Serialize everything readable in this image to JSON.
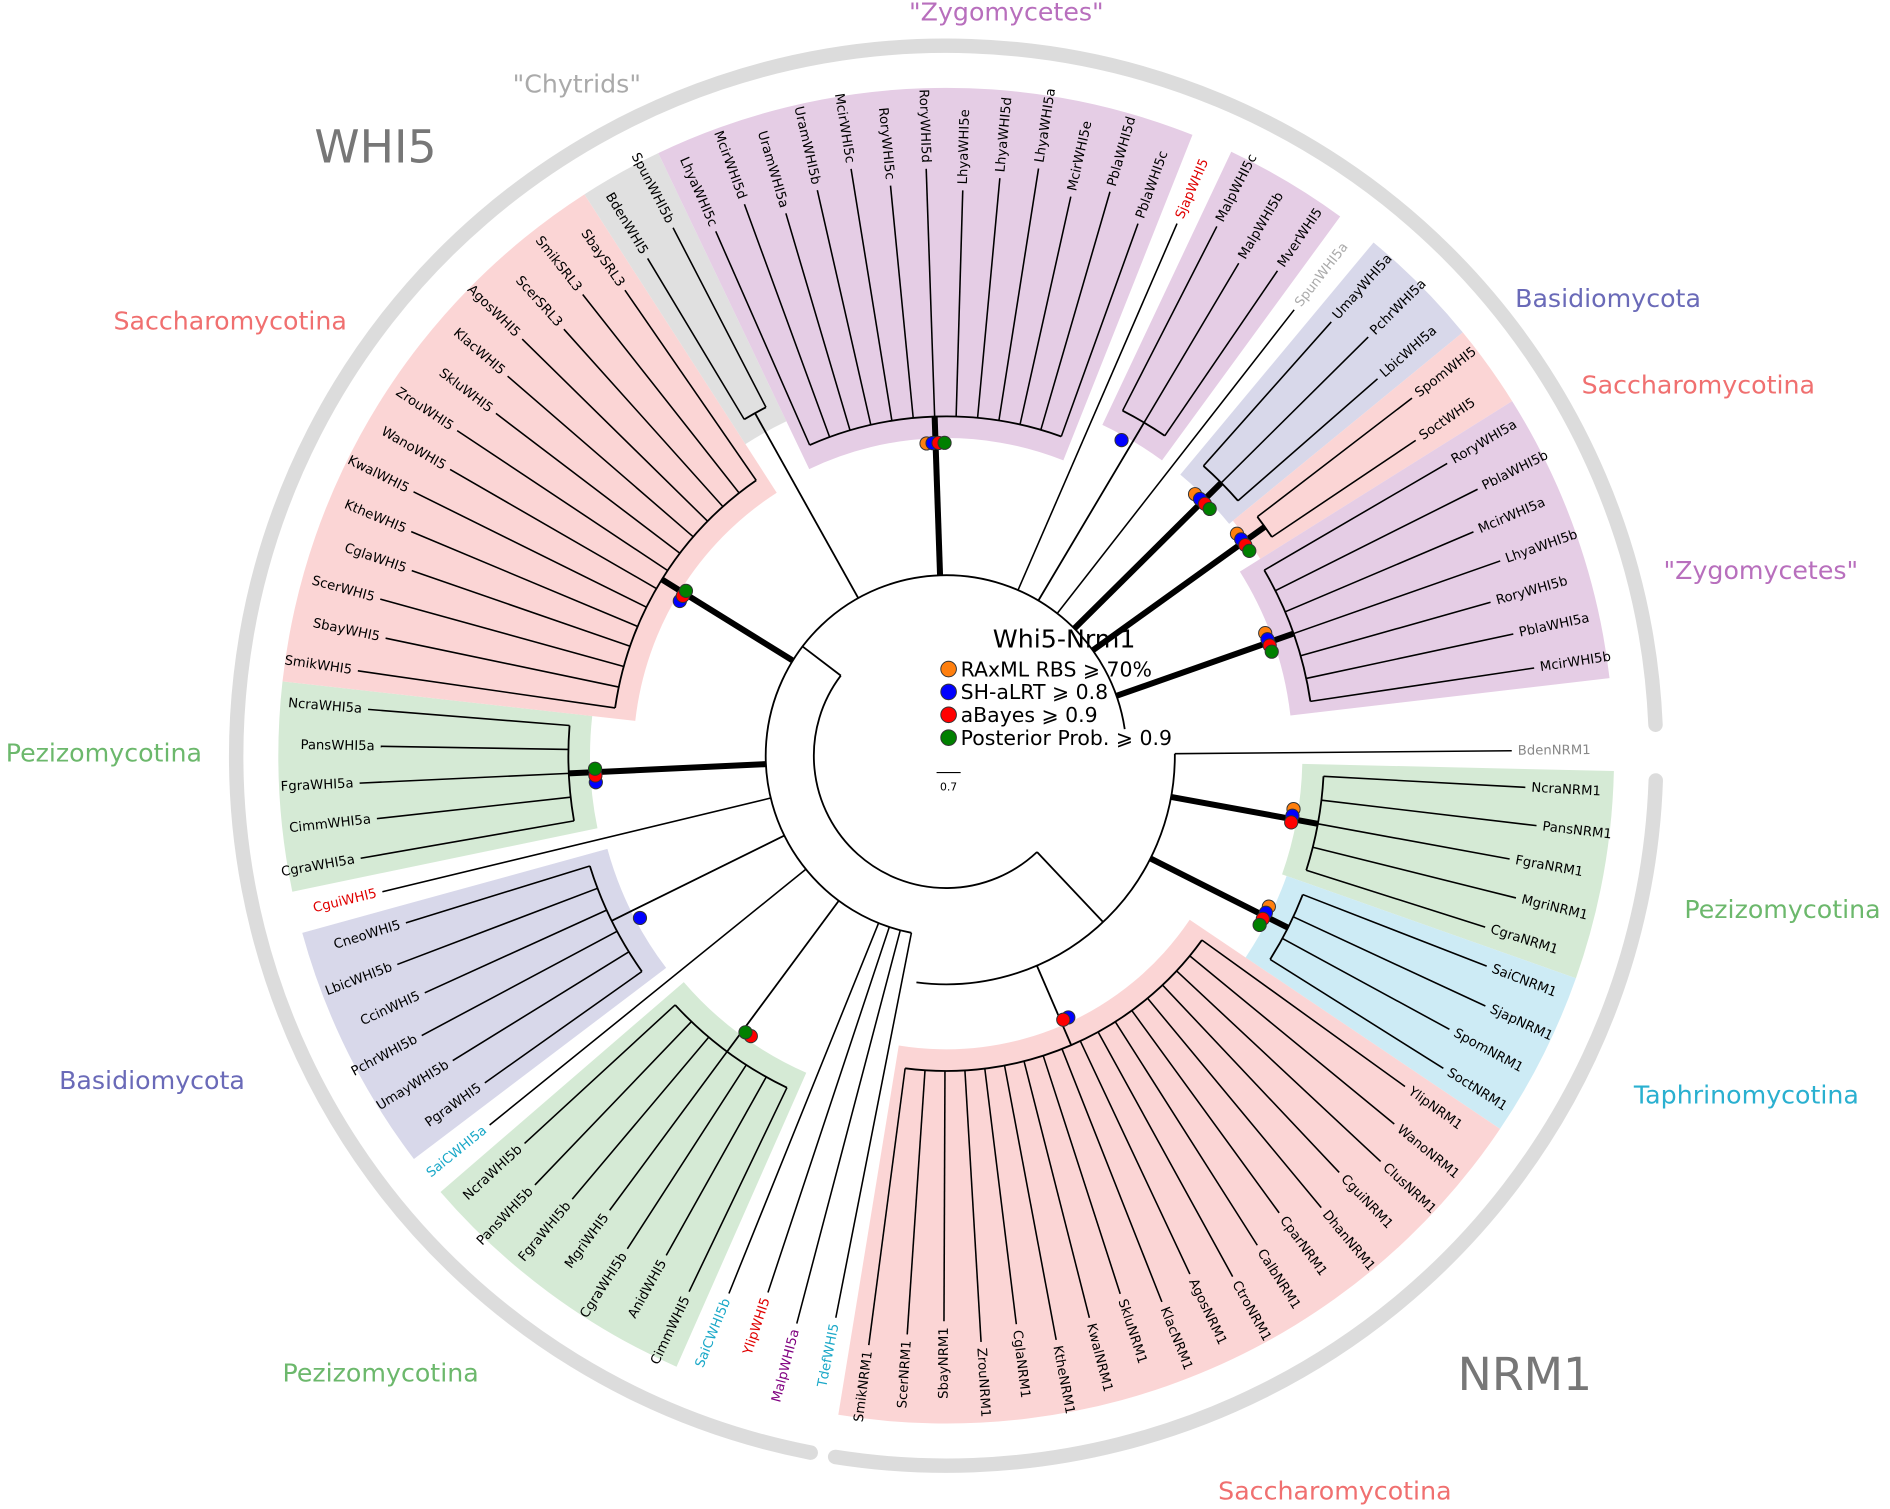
{
  "titles": {
    "whi5": "WHI5",
    "nrm1": "NRM1"
  },
  "legend": {
    "title": "Whi5-Nrm1",
    "items": [
      {
        "label": "RAxML RBS ⩾ 70%",
        "color": "#ff7f0e"
      },
      {
        "label": "SH-aLRT ⩾ 0.8",
        "color": "#0000ff"
      },
      {
        "label": "aBayes ⩾ 0.9",
        "color": "#ff0000"
      },
      {
        "label": "Posterior Prob. ⩾ 0.9",
        "color": "#008000"
      }
    ],
    "scale": "0.7"
  },
  "group_labels": {
    "zygo_top": {
      "text": "\"Zygomycetes\"",
      "color": "#b86fbd"
    },
    "chytrids": {
      "text": "\"Chytrids\"",
      "color": "#aaaaaa"
    },
    "sacch_wl": {
      "text": "Saccharomycotina",
      "color": "#f07070"
    },
    "basidio_tr": {
      "text": "Basidiomycota",
      "color": "#6a6ab8"
    },
    "sacch_tr": {
      "text": "Saccharomycotina",
      "color": "#f07070"
    },
    "zygo_r": {
      "text": "\"Zygomycetes\"",
      "color": "#b86fbd"
    },
    "pezizo_l": {
      "text": "Pezizomycotina",
      "color": "#6cb86c"
    },
    "pezizo_r": {
      "text": "Pezizomycotina",
      "color": "#6cb86c"
    },
    "taphrino": {
      "text": "Taphrinomycotina",
      "color": "#2ab0d0"
    },
    "basidio_l": {
      "text": "Basidiomycota",
      "color": "#6a6ab8"
    },
    "pezizo_b": {
      "text": "Pezizomycotina",
      "color": "#6cb86c"
    },
    "sacch_b": {
      "text": "Saccharomycotina",
      "color": "#f07070"
    }
  },
  "leaves": [
    {
      "name": "BdenNRM1",
      "color": "#888888"
    },
    {
      "name": "NcraNRM1"
    },
    {
      "name": "PansNRM1"
    },
    {
      "name": "FgraNRM1"
    },
    {
      "name": "MgriNRM1"
    },
    {
      "name": "CgraNRM1"
    },
    {
      "name": "SaiCNRM1"
    },
    {
      "name": "SjapNRM1"
    },
    {
      "name": "SpomNRM1"
    },
    {
      "name": "SoctNRM1"
    },
    {
      "name": "YlipNRM1"
    },
    {
      "name": "WanoNRM1"
    },
    {
      "name": "ClusNRM1"
    },
    {
      "name": "CguiNRM1"
    },
    {
      "name": "DhanNRM1"
    },
    {
      "name": "CparNRM1"
    },
    {
      "name": "CalbNRM1"
    },
    {
      "name": "CtroNRM1"
    },
    {
      "name": "AgosNRM1"
    },
    {
      "name": "KlacNRM1"
    },
    {
      "name": "SkluNRM1"
    },
    {
      "name": "KwalNRM1"
    },
    {
      "name": "KtheNRM1"
    },
    {
      "name": "CglaNRM1"
    },
    {
      "name": "ZrouNRM1"
    },
    {
      "name": "SbayNRM1"
    },
    {
      "name": "ScerNRM1"
    },
    {
      "name": "SmikNRM1"
    },
    {
      "name": "TdefWHI5",
      "color": "#1aa8c8"
    },
    {
      "name": "MalpWHI5a",
      "color": "#800080"
    },
    {
      "name": "YlipWHI5",
      "color": "#e00000"
    },
    {
      "name": "SaiCWHI5b",
      "color": "#1aa8c8"
    },
    {
      "name": "CimmWHI5"
    },
    {
      "name": "AnidWHI5"
    },
    {
      "name": "CgraWHI5b"
    },
    {
      "name": "MgriWHI5"
    },
    {
      "name": "FgraWHI5b"
    },
    {
      "name": "PansWHI5b"
    },
    {
      "name": "NcraWHI5b"
    },
    {
      "name": "SaiCWHI5a",
      "color": "#1aa8c8"
    },
    {
      "name": "PgraWHI5"
    },
    {
      "name": "UmayWHI5b"
    },
    {
      "name": "PchrWHI5b"
    },
    {
      "name": "CcinWHI5"
    },
    {
      "name": "LbicWHI5b"
    },
    {
      "name": "CneoWHI5"
    },
    {
      "name": "CguiWHI5",
      "color": "#e00000"
    },
    {
      "name": "CgraWHI5a"
    },
    {
      "name": "CimmWHI5a"
    },
    {
      "name": "FgraWHI5a"
    },
    {
      "name": "PansWHI5a"
    },
    {
      "name": "NcraWHI5a"
    },
    {
      "name": "SmikWHI5"
    },
    {
      "name": "SbayWHI5"
    },
    {
      "name": "ScerWHI5"
    },
    {
      "name": "CglaWHI5"
    },
    {
      "name": "KtheWHI5"
    },
    {
      "name": "KwalWHI5"
    },
    {
      "name": "WanoWHI5"
    },
    {
      "name": "ZrouWHI5"
    },
    {
      "name": "SkluWHI5"
    },
    {
      "name": "KlacWHI5"
    },
    {
      "name": "AgosWHI5"
    },
    {
      "name": "ScerSRL3"
    },
    {
      "name": "SmikSRL3"
    },
    {
      "name": "SbaySRL3"
    },
    {
      "name": "BdenWHI5"
    },
    {
      "name": "SpunWHI5b"
    },
    {
      "name": "LhyaWHI5c"
    },
    {
      "name": "McirWHI5d"
    },
    {
      "name": "UramWHI5a"
    },
    {
      "name": "UramWHI5b"
    },
    {
      "name": "McirWHI5c"
    },
    {
      "name": "RoryWHI5c"
    },
    {
      "name": "RoryWHI5d"
    },
    {
      "name": "LhyaWHI5e"
    },
    {
      "name": "LhyaWHI5d"
    },
    {
      "name": "LhyaWHI5a"
    },
    {
      "name": "McirWHI5e"
    },
    {
      "name": "PblaWHI5d"
    },
    {
      "name": "PblaWHI5c"
    },
    {
      "name": "SjapWHI5",
      "color": "#e00000"
    },
    {
      "name": "MalpWHI5c"
    },
    {
      "name": "MalpWHI5b"
    },
    {
      "name": "MverWHI5"
    },
    {
      "name": "SpunWHI5a",
      "color": "#aaaaaa"
    },
    {
      "name": "UmayWHI5a"
    },
    {
      "name": "PchrWHI5a"
    },
    {
      "name": "LbicWHI5a"
    },
    {
      "name": "SpomWHI5"
    },
    {
      "name": "SoctWHI5"
    },
    {
      "name": "RoryWHI5a"
    },
    {
      "name": "PblaWHI5b"
    },
    {
      "name": "McirWHI5a"
    },
    {
      "name": "LhyaWHI5b"
    },
    {
      "name": "RoryWHI5b"
    },
    {
      "name": "PblaWHI5a"
    },
    {
      "name": "McirWHI5b"
    }
  ],
  "clades": [
    {
      "id": "nrm1-pezizomycotina",
      "range": [
        1,
        5
      ],
      "fill": "#d5ead5",
      "support": [
        "RAxML",
        "SH",
        "aBayes"
      ]
    },
    {
      "id": "nrm1-taphrinomycotina",
      "range": [
        6,
        9
      ],
      "fill": "#cdebf5",
      "support": [
        "RAxML",
        "SH",
        "aBayes",
        "PP"
      ]
    },
    {
      "id": "nrm1-saccharomycotina",
      "range": [
        10,
        27
      ],
      "fill": "#fbd5d5",
      "support": [
        "SH",
        "aBayes"
      ]
    },
    {
      "id": "whi5-pezizomycotina-b",
      "range": [
        32,
        38
      ],
      "fill": "#d5ead5",
      "support": [
        "aBayes",
        "PP"
      ]
    },
    {
      "id": "whi5-basidiomycota-l",
      "range": [
        40,
        45
      ],
      "fill": "#d8d8ea",
      "support": [
        "SH"
      ]
    },
    {
      "id": "whi5-pezizomycotina-a",
      "range": [
        47,
        51
      ],
      "fill": "#d5ead5",
      "support": [
        "SH",
        "aBayes",
        "PP"
      ]
    },
    {
      "id": "whi5-saccharomycotina",
      "range": [
        52,
        65
      ],
      "fill": "#fbd5d5",
      "support": [
        "SH",
        "aBayes",
        "PP"
      ]
    },
    {
      "id": "whi5-chytrids",
      "range": [
        66,
        67
      ],
      "fill": "#e0e0e0",
      "support": []
    },
    {
      "id": "whi5-zygomycetes-top",
      "range": [
        68,
        80
      ],
      "fill": "#e5cde5",
      "support": [
        "RAxML",
        "SH",
        "aBayes",
        "PP"
      ]
    },
    {
      "id": "whi5-basidiomycota-malp",
      "range": [
        82,
        84
      ],
      "fill": "#e5cde5",
      "support": [
        "SH"
      ]
    },
    {
      "id": "whi5-basidiomycota-r",
      "range": [
        86,
        88
      ],
      "fill": "#d8d8ea",
      "support": [
        "RAxML",
        "SH",
        "aBayes",
        "PP"
      ]
    },
    {
      "id": "whi5-saccharomycotina-r",
      "range": [
        89,
        90
      ],
      "fill": "#fbd5d5",
      "support": [
        "RAxML",
        "SH",
        "aBayes",
        "PP"
      ]
    },
    {
      "id": "whi5-zygomycetes-r",
      "range": [
        91,
        97
      ],
      "fill": "#e5cde5",
      "support": [
        "RAxML",
        "SH",
        "aBayes",
        "PP"
      ]
    }
  ]
}
